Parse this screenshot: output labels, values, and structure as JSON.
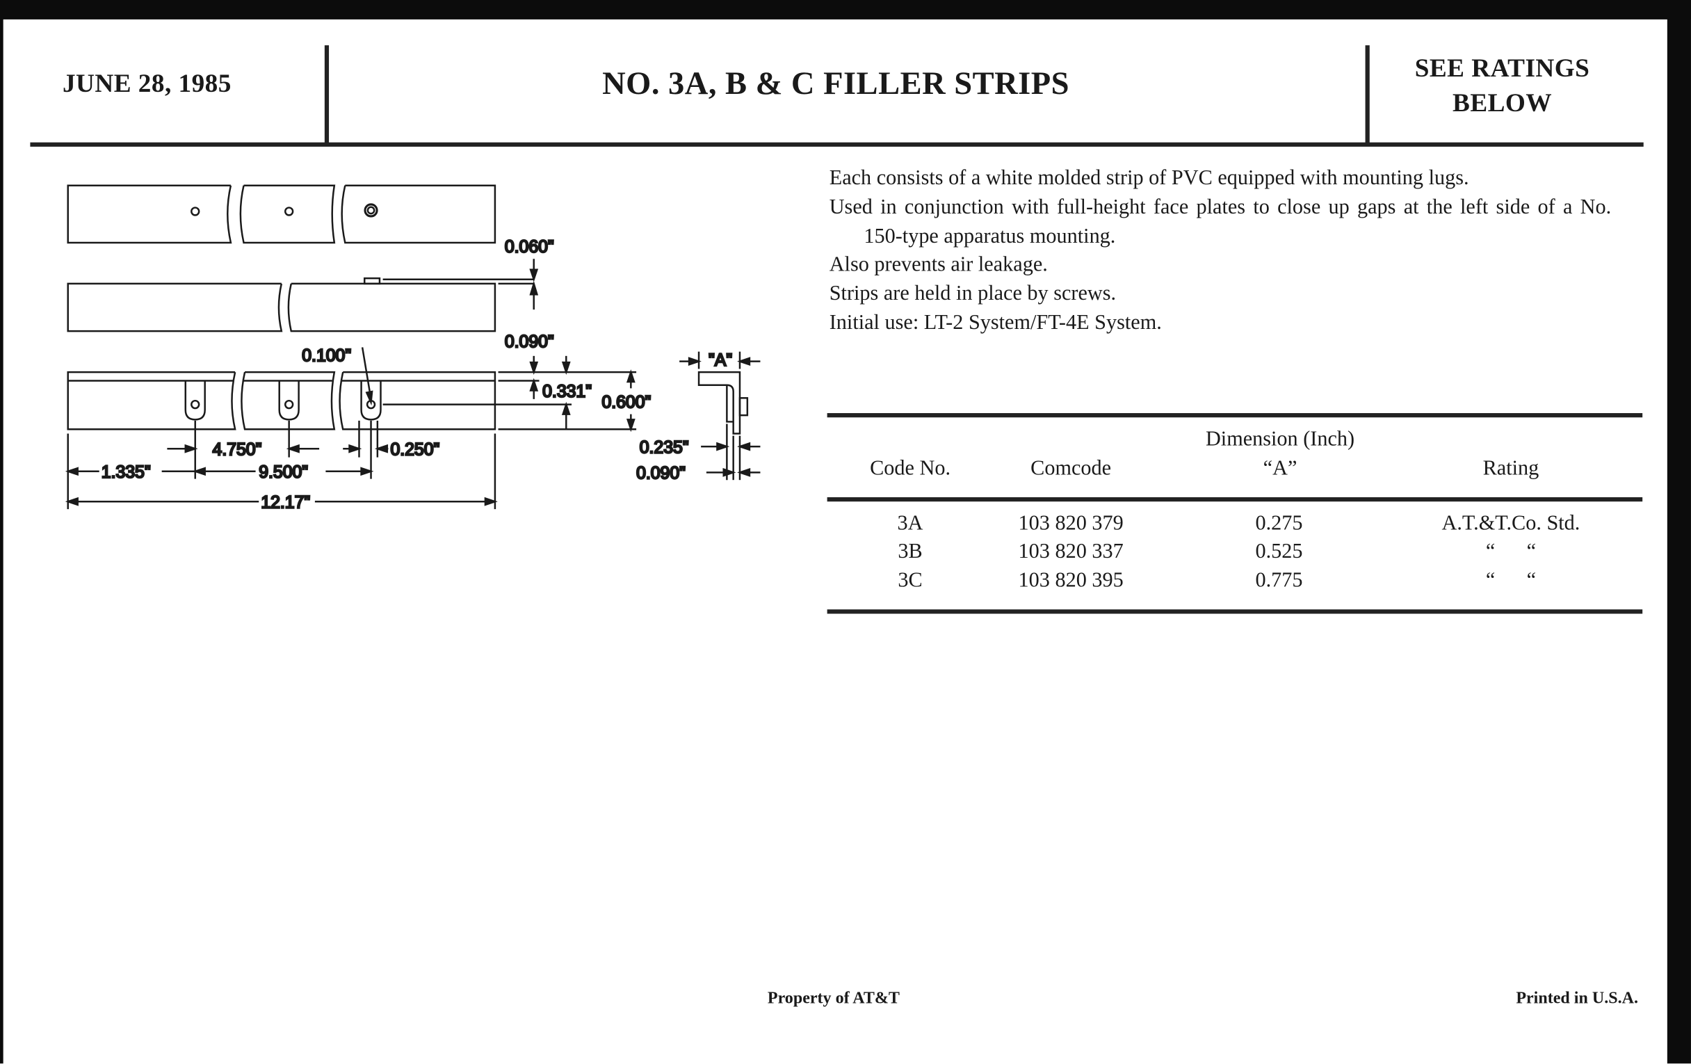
{
  "header": {
    "date": "JUNE 28, 1985",
    "title": "NO. 3A, B & C FILLER STRIPS",
    "ratings_line1": "SEE RATINGS",
    "ratings_line2": "BELOW"
  },
  "description": [
    "Each consists of a white molded strip of PVC equipped with mounting lugs.",
    "Used in conjunction with full-height face plates to close up gaps at the left side of a No. 150-type apparatus mounting.",
    "Also prevents air leakage.",
    "Strips are held in place by screws.",
    "Initial use: LT-2 System/FT-4E System."
  ],
  "drawing": {
    "dim_060": "0.060\"",
    "dim_090_top": "0.090\"",
    "dim_100": "0.100\"",
    "dim_331": "0.331\"",
    "dim_600": "0.600\"",
    "dim_4750": "4.750\"",
    "dim_250": "0.250\"",
    "dim_1335": "1.335\"",
    "dim_9500": "9.500\"",
    "dim_1217": "12.17\"",
    "dim_A": "\"A\"",
    "dim_235": "0.235\"",
    "dim_090_bottom": "0.090\""
  },
  "table": {
    "headers": {
      "code": "Code No.",
      "comcode": "Comcode",
      "dimension": "Dimension (Inch)",
      "dimension_sub": "“A”",
      "rating": "Rating"
    },
    "rows": [
      {
        "code": "3A",
        "comcode": "103 820 379",
        "dimension": "0.275",
        "rating": "A.T.&T.Co. Std."
      },
      {
        "code": "3B",
        "comcode": "103 820 337",
        "dimension": "0.525",
        "rating": "“      “"
      },
      {
        "code": "3C",
        "comcode": "103 820 395",
        "dimension": "0.775",
        "rating": "“      “"
      }
    ]
  },
  "footer": {
    "property": "Property of AT&T",
    "printed": "Printed in U.S.A."
  }
}
